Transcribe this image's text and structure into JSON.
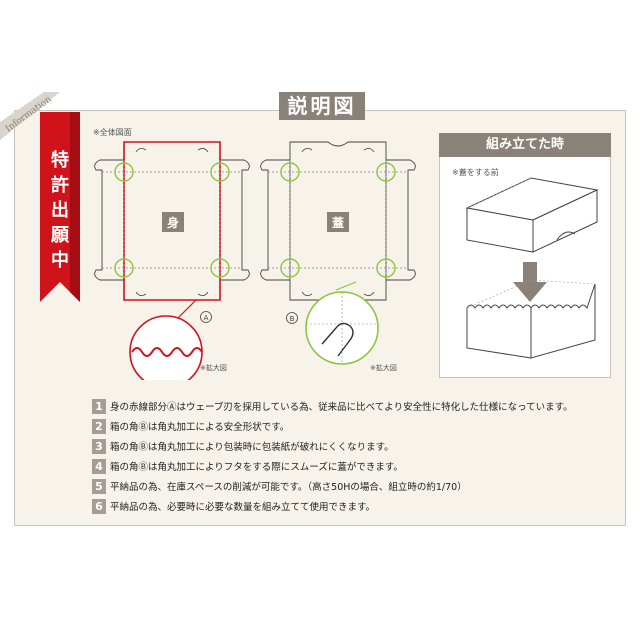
{
  "badge": {
    "text": "Information"
  },
  "title": "説明図",
  "ribbon": {
    "text": [
      "特",
      "許",
      "出",
      "願",
      "中"
    ]
  },
  "left_note": "※全体図面",
  "body_label": "身",
  "lid_label": "蓋",
  "marker_a": "A",
  "marker_b": "B",
  "zoom_a": "※拡大図",
  "zoom_b": "※拡大図",
  "panel": {
    "title": "組み立てた時",
    "note": "※蓋をする前"
  },
  "notes": [
    {
      "num": "1",
      "text": "身の赤線部分Ⓐはウェーブ刃を採用している為、従来品に比べてより安全性に特化した仕様になっています。"
    },
    {
      "num": "2",
      "text": "箱の角Ⓑは角丸加工による安全形状です。"
    },
    {
      "num": "3",
      "text": "箱の角Ⓑは角丸加工により包装時に包装紙が破れにくくなります。"
    },
    {
      "num": "4",
      "text": "箱の角Ⓑは角丸加工によりフタをする際にスムーズに蓋ができます。"
    },
    {
      "num": "5",
      "text": "平納品の為、在庫スペースの削減が可能です。（高さ50Hの場合、組立時の約1/70）"
    },
    {
      "num": "6",
      "text": "平納品の為、必要時に必要な数量を組み立てて使用できます。"
    }
  ],
  "colors": {
    "accent_red": "#d0121b",
    "highlight_green": "#8cc63f",
    "plate_gray": "#8a8179",
    "frame_bg": "#f7f2ea"
  }
}
